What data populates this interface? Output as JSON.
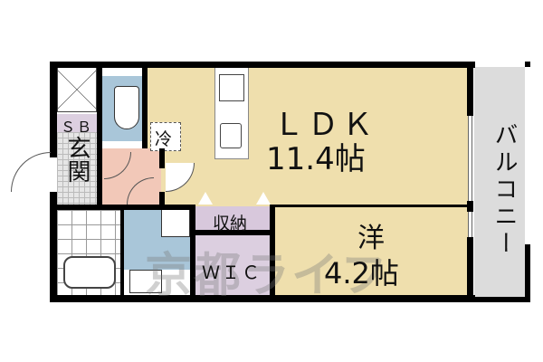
{
  "floorplan": {
    "rooms": [
      {
        "id": "ldk",
        "label": "ＬＤＫ",
        "size": "11.4帖"
      },
      {
        "id": "western",
        "label": "洋",
        "size": "4.2帖"
      },
      {
        "id": "balcony",
        "label": "バルコニー"
      },
      {
        "id": "storage",
        "label": "収納"
      },
      {
        "id": "wic",
        "label": "ＷＩＣ"
      },
      {
        "id": "entrance",
        "label": "玄関"
      },
      {
        "id": "shoebox",
        "label": "ＳＢ"
      },
      {
        "id": "fridge",
        "label": "冷"
      }
    ],
    "colors": {
      "ldk": "#efdfad",
      "western": "#efdfad",
      "balcony": "#dcdcdc",
      "wic": "#dccfe0",
      "storage": "#d8c8dc",
      "toilet": "#a9c6d9",
      "washroom": "#a9c6d9",
      "hall": "#f2c8b8",
      "entrance": "#e6e6e6"
    },
    "watermark": "京都ライフ"
  }
}
